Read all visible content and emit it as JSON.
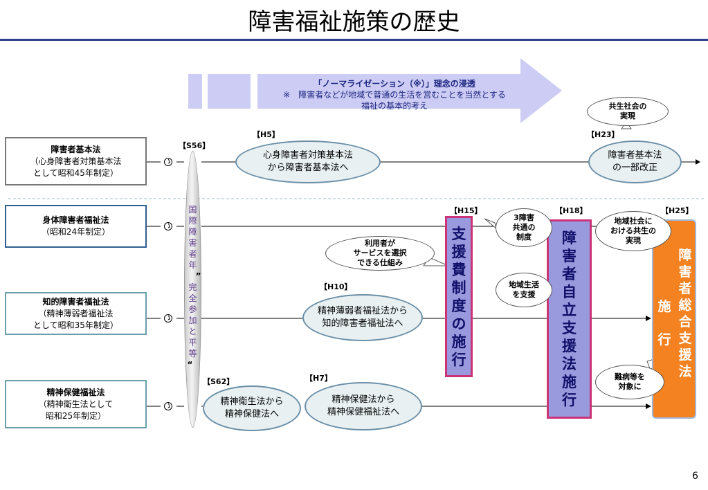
{
  "title": "障害福祉施策の歴史",
  "page_number": "6",
  "normalization": {
    "heading": "「ノーマライゼーション（※）」理念の浸透",
    "note_line1": "※　障害者などが地域で普通の生活を営むことを当然とする",
    "note_line2": "福祉の基本的考え"
  },
  "iyp": {
    "label": "【S56】",
    "chars": [
      "国",
      "際",
      "障",
      "害",
      "者",
      "年"
    ],
    "quote_open": "”",
    "sub_chars": [
      "完",
      "全",
      "参",
      "加",
      "と",
      "平",
      "等"
    ],
    "quote_close": "“"
  },
  "laws": {
    "basic": {
      "name": "障害者基本法",
      "line2": "（心身障害者対策基本法",
      "line3": "として昭和45年制定）"
    },
    "physical": {
      "name": "身体障害者福祉法",
      "line2": "（昭和24年制定）"
    },
    "intellectual": {
      "name": "知的障害者福祉法",
      "line2": "（精神薄弱者福祉法",
      "line3": "として昭和35年制定）"
    },
    "mental": {
      "name": "精神保健福祉法",
      "line2": "（精神衛生法として",
      "line3": "昭和25年制定）"
    }
  },
  "events": {
    "h5": {
      "label": "【H5】",
      "line1": "心身障害者対策基本法",
      "line2": "から障害者基本法へ"
    },
    "h23": {
      "label": "【H23】",
      "line1": "障害者基本法",
      "line2": "の一部改正"
    },
    "h10": {
      "label": "【H10】",
      "line1": "精神薄弱者福祉法から",
      "line2": "知的障害者福祉法へ"
    },
    "s62": {
      "label": "【S62】",
      "line1": "精神衛生法から",
      "line2": "精神保健法へ"
    },
    "h7": {
      "label": "【H7】",
      "line1": "精神保健法から",
      "line2": "精神保健福祉法へ"
    }
  },
  "systems": {
    "h15": {
      "label": "【H15】",
      "chars": [
        "支",
        "援",
        "費",
        "制",
        "度",
        "の",
        "施",
        "行"
      ]
    },
    "h18": {
      "label": "【H18】",
      "chars": [
        "障",
        "害",
        "者",
        "自",
        "立",
        "支",
        "援",
        "法",
        "施",
        "行"
      ]
    },
    "h25": {
      "label": "【H25】",
      "chars": [
        "障",
        "害",
        "者",
        "総",
        "合",
        "支",
        "援",
        "法"
      ],
      "side_chars": [
        "施",
        "行"
      ]
    }
  },
  "bubbles": {
    "kyosei": {
      "line1": "共生社会の",
      "line2": "実現"
    },
    "riyosha": {
      "line1": "利用者が",
      "line2": "サービスを選択",
      "line3": "できる仕組み"
    },
    "sanshogai": {
      "line1": "3障害",
      "line2": "共通の",
      "line3": "制度"
    },
    "chiiki_seikatsu": {
      "line1": "地域生活",
      "line2": "を支援"
    },
    "chiiki_shakai": {
      "line1": "地域社会に",
      "line2": "おける共生の",
      "line3": "実現"
    },
    "nanbyo": {
      "line1": "難病等を",
      "line2": "対象に"
    }
  },
  "colors": {
    "accent_navy": "#2e3f8f",
    "arrow_lavender": "#ccccf5",
    "system_purple": "#9999dd",
    "system_border_pink": "#cc3377",
    "h25_orange": "#f58220",
    "ellipse_fill": "#e8f0f2"
  }
}
